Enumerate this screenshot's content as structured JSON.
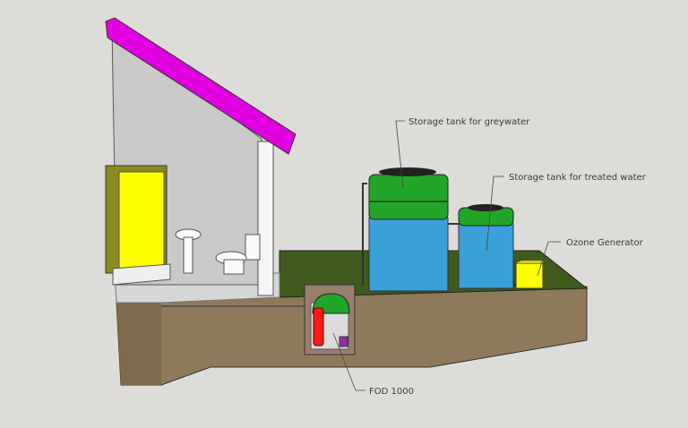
{
  "labels": {
    "greywater_tank": "Storage tank for greywater",
    "treated_tank": "Storage tank for treated water",
    "ozone": "Ozone Generator",
    "fod": "FOD 1000"
  },
  "colors": {
    "background": "#dddcd8",
    "roof": "#e000e0",
    "shower": "#ffff00",
    "tank_top": "#22a62a",
    "water": "#3aa0d8",
    "grass": "#3f5a1c",
    "soil": "#8e7a5a",
    "fod_red": "#ff1a1a",
    "fod_purple": "#9b2aa8"
  }
}
